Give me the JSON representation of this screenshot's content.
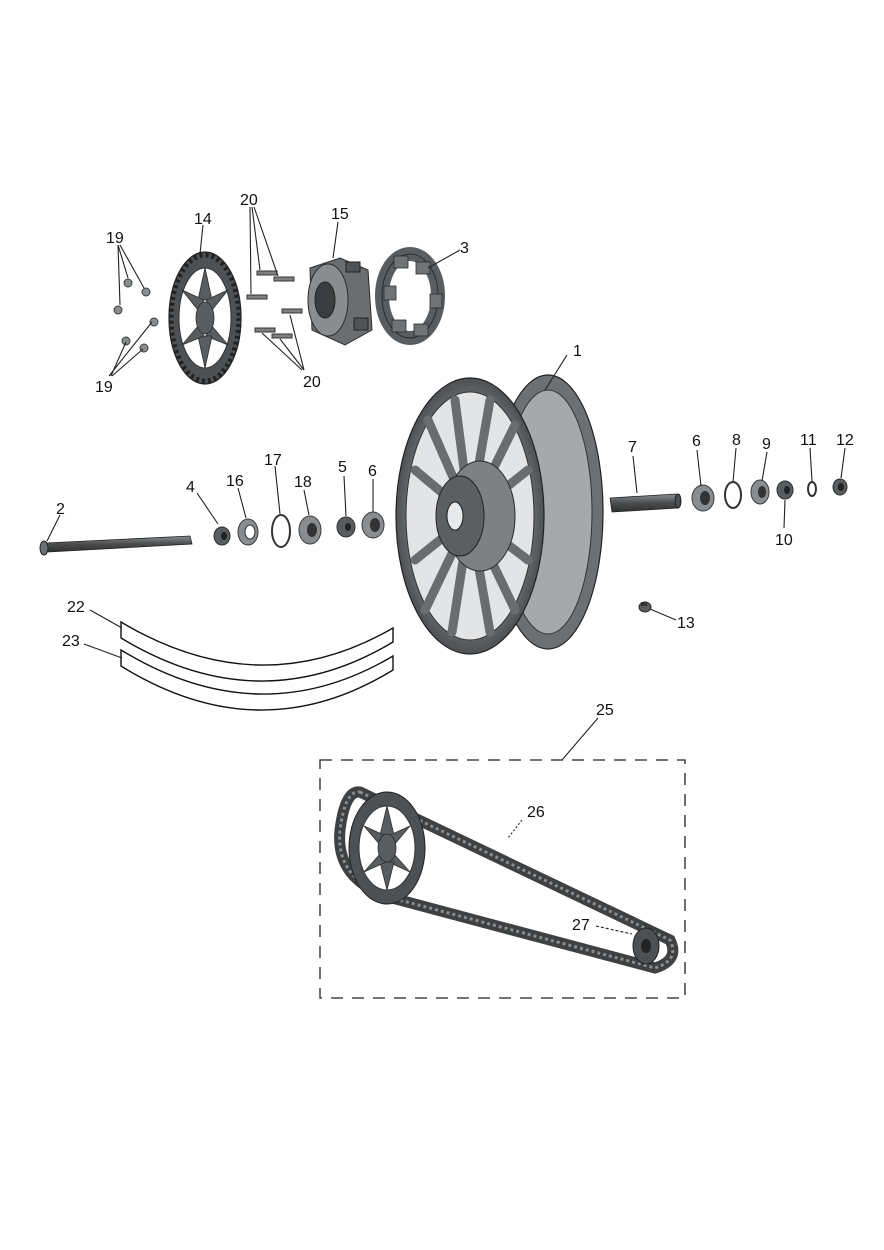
{
  "callouts": {
    "c1": "1",
    "c2": "2",
    "c3": "3",
    "c4": "4",
    "c5": "5",
    "c6a": "6",
    "c6b": "6",
    "c7": "7",
    "c8": "8",
    "c9": "9",
    "c10": "10",
    "c11": "11",
    "c12": "12",
    "c13": "13",
    "c14": "14",
    "c15": "15",
    "c16": "16",
    "c17": "17",
    "c18": "18",
    "c19a": "19",
    "c19b": "19",
    "c20a": "20",
    "c20b": "20",
    "c22": "22",
    "c23": "23",
    "c25": "25",
    "c26": "26",
    "c27": "27"
  },
  "colors": {
    "metal_dark": "#5a5d5f",
    "metal_mid": "#8a8d8f",
    "metal_light": "#b9bcbe",
    "line": "#222222",
    "background": "#ffffff"
  }
}
